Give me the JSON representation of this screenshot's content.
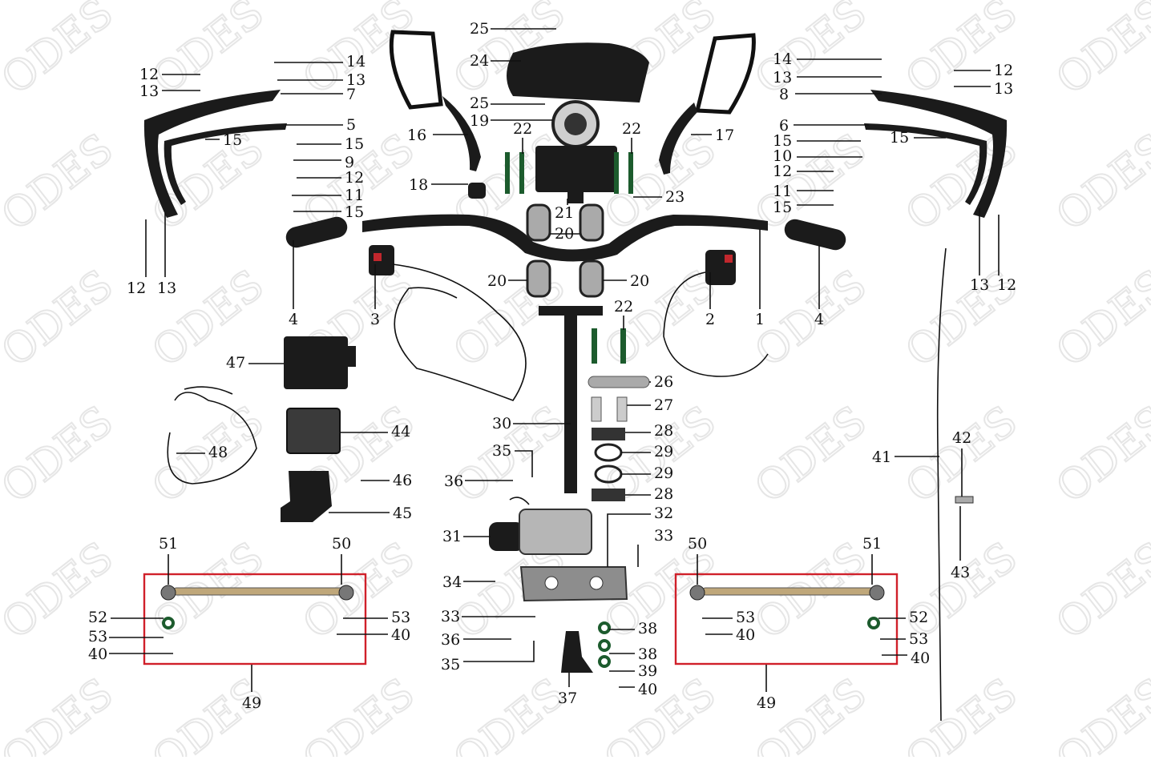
{
  "watermark": "ODES",
  "accent_color": "#d0202a",
  "labels": {
    "l1": "1",
    "l2": "2",
    "l3": "3",
    "l4a": "4",
    "l4b": "4",
    "l5": "5",
    "l6": "6",
    "l7": "7",
    "l8": "8",
    "l9": "9",
    "l10": "10",
    "l11a": "11",
    "l11b": "11",
    "l12a": "12",
    "l12b": "12",
    "l12c": "12",
    "l12d": "12",
    "l12e": "12",
    "l12f": "12",
    "l13a": "13",
    "l13b": "13",
    "l13c": "13",
    "l13d": "13",
    "l13e": "13",
    "l13f": "13",
    "l14a": "14",
    "l14b": "14",
    "l15a": "15",
    "l15b": "15",
    "l15c": "15",
    "l15d": "15",
    "l15e": "15",
    "l15f": "15",
    "l16": "16",
    "l17": "17",
    "l18": "18",
    "l19": "19",
    "l20a": "20",
    "l20b": "20",
    "l20c": "20",
    "l21": "21",
    "l22a": "22",
    "l22b": "22",
    "l22c": "22",
    "l23": "23",
    "l24": "24",
    "l25a": "25",
    "l25b": "25",
    "l26": "26",
    "l27": "27",
    "l28a": "28",
    "l28b": "28",
    "l29a": "29",
    "l29b": "29",
    "l30": "30",
    "l31": "31",
    "l32": "32",
    "l33a": "33",
    "l33b": "33",
    "l34": "34",
    "l35a": "35",
    "l35b": "35",
    "l36a": "36",
    "l36b": "36",
    "l37": "37",
    "l38a": "38",
    "l38b": "38",
    "l39": "39",
    "l40a": "40",
    "l40b": "40",
    "l40c": "40",
    "l40d": "40",
    "l40e": "40",
    "l41": "41",
    "l42": "42",
    "l43": "43",
    "l44": "44",
    "l45": "45",
    "l46": "46",
    "l47": "47",
    "l48": "48",
    "l49a": "49",
    "l49b": "49",
    "l50a": "50",
    "l50b": "50",
    "l51a": "51",
    "l51b": "51",
    "l52a": "52",
    "l52b": "52",
    "l53a": "53",
    "l53b": "53",
    "l53c": "53",
    "l53d": "53"
  }
}
